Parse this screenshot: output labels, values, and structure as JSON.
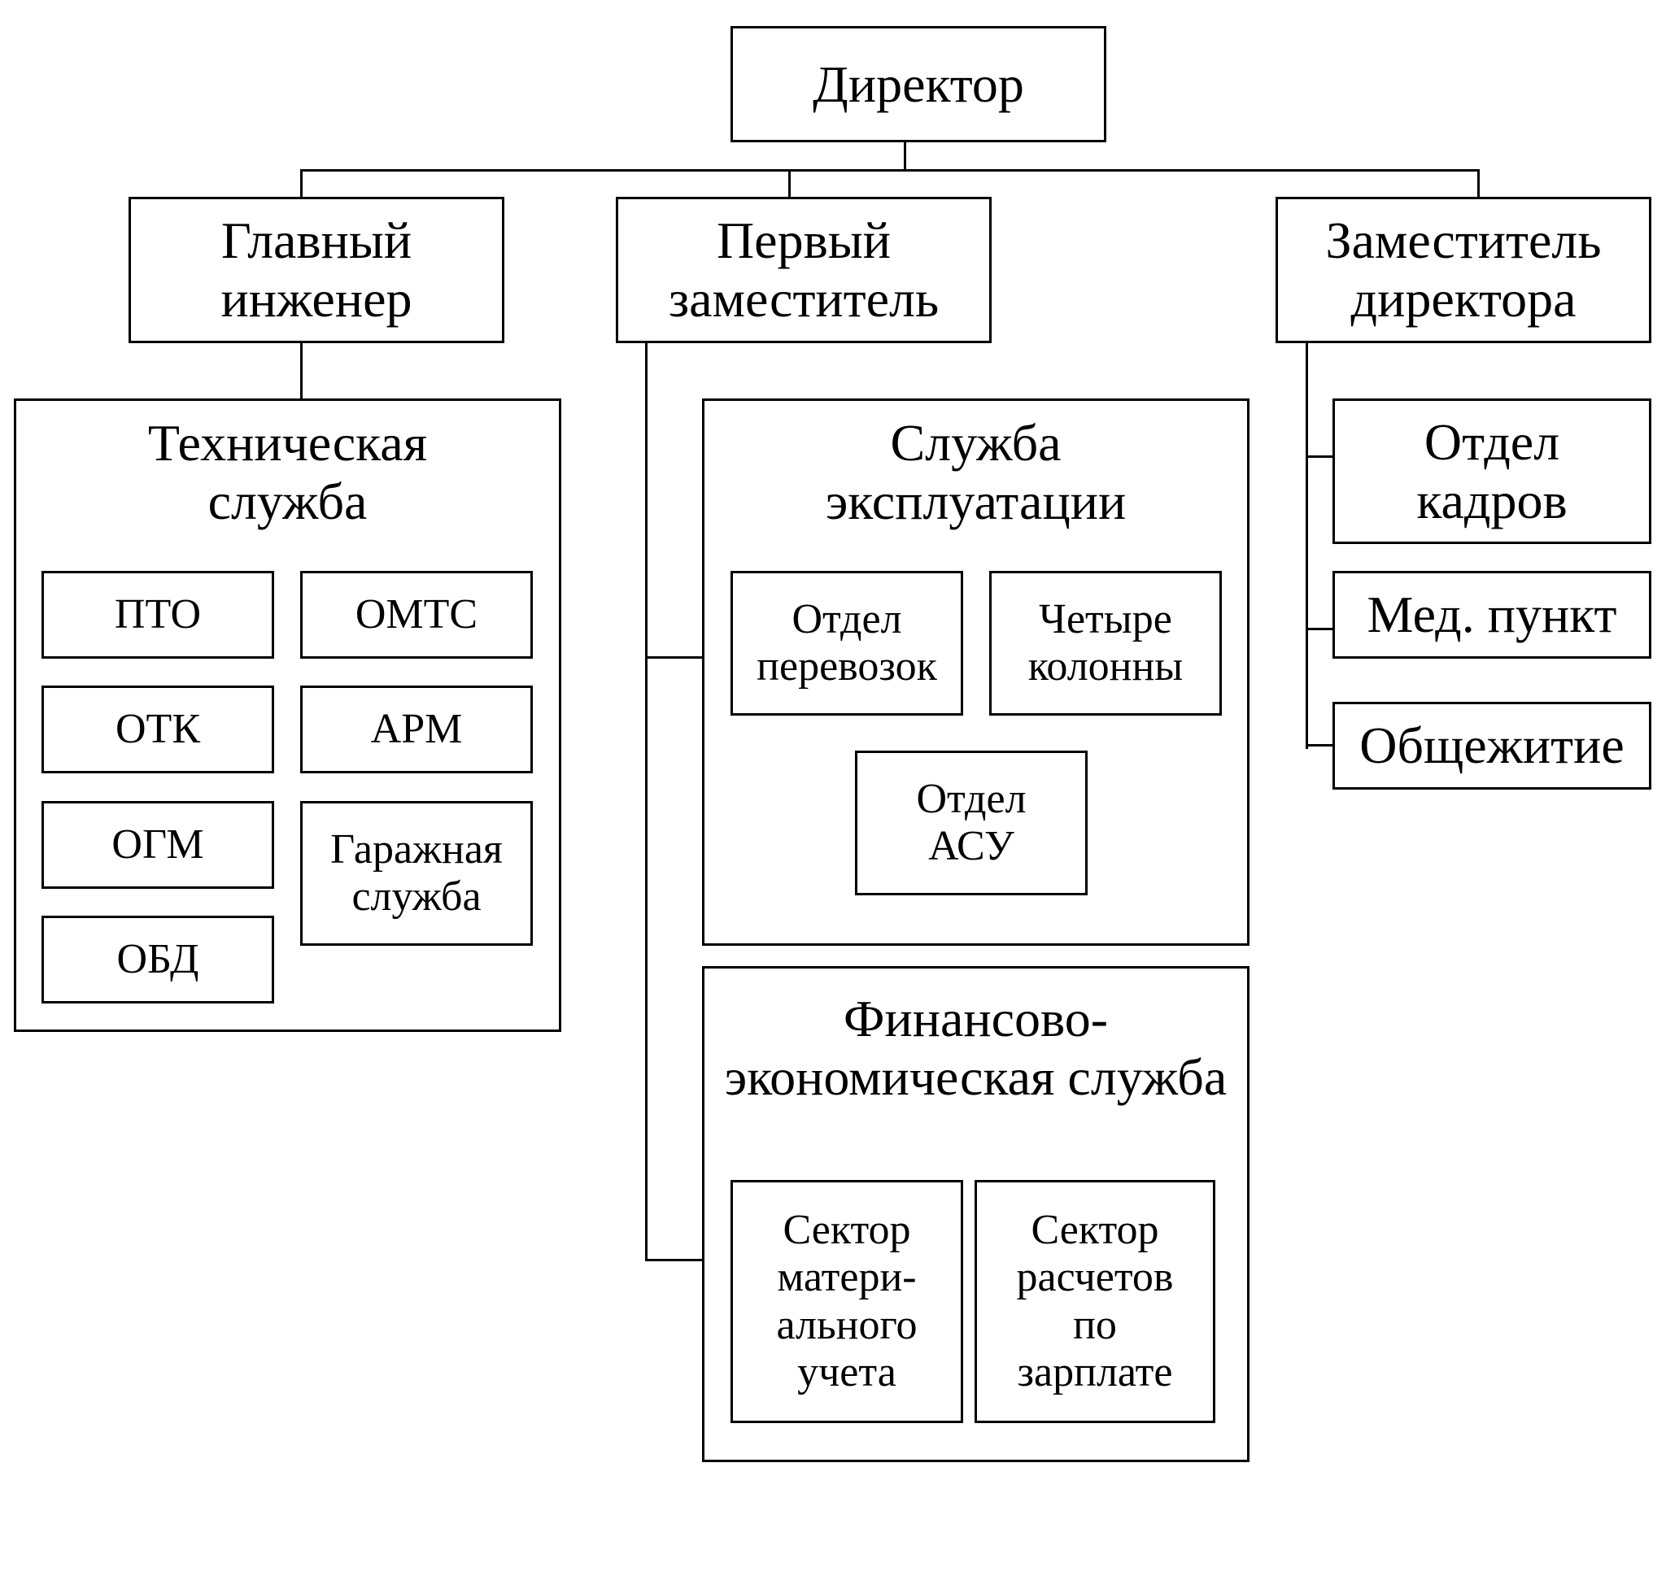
{
  "director": "Директор",
  "deputies": {
    "chief_engineer": "Главный\nинженер",
    "first_deputy": "Первый\nзаместитель",
    "deputy_director": "Заместитель\nдиректора"
  },
  "technical_service": {
    "title": "Техническая\nслужба",
    "units": {
      "pto": "ПТО",
      "omts": "ОМТС",
      "otk": "ОТК",
      "arm": "АРМ",
      "ogm": "ОГМ",
      "garage": "Гаражная\nслужба",
      "obd": "ОБД"
    }
  },
  "operations_service": {
    "title": "Служба\nэксплуатации",
    "units": {
      "transport": "Отдел\nперевозок",
      "columns": "Четыре\nколонны",
      "asu": "Отдел\nАСУ"
    }
  },
  "finance_service": {
    "title": "Финансово-\nэкономическая служба",
    "units": {
      "material": "Сектор\nматери-\nального\nучета",
      "payroll": "Сектор\nрасчетов\nпо\nзарплате"
    }
  },
  "deputy_units": {
    "hr": "Отдел\nкадров",
    "medical": "Мед. пункт",
    "dormitory": "Общежитие"
  }
}
